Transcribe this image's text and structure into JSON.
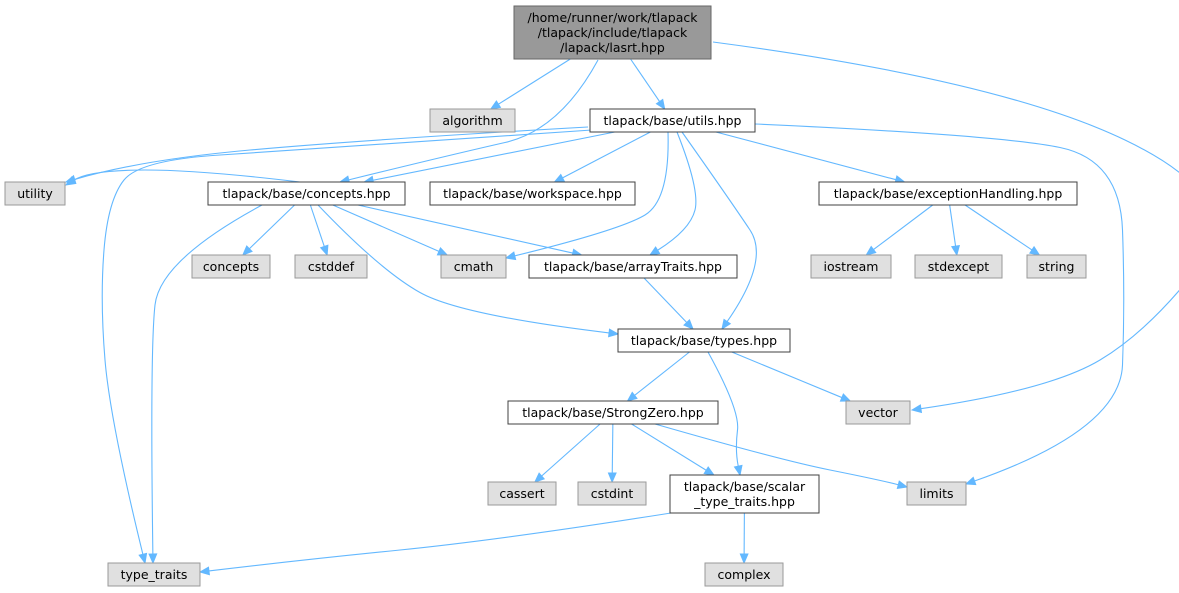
{
  "colors": {
    "edge": "#63b8ff",
    "root_fill": "#999999",
    "root_border": "#666666",
    "file_fill": "#ffffff",
    "file_border": "#404040",
    "system_fill": "#e0e0e0",
    "system_border": "#999999"
  },
  "nodes": [
    {
      "id": "lasrt",
      "kind": "root",
      "lines": [
        "/home/runner/work/tlapack",
        "/tlapack/include/tlapack",
        "/lapack/lasrt.hpp"
      ]
    },
    {
      "id": "algorithm",
      "kind": "system",
      "lines": [
        "algorithm"
      ]
    },
    {
      "id": "utils",
      "kind": "file",
      "lines": [
        "tlapack/base/utils.hpp"
      ]
    },
    {
      "id": "utility",
      "kind": "system",
      "lines": [
        "utility"
      ]
    },
    {
      "id": "concepts_hpp",
      "kind": "file",
      "lines": [
        "tlapack/base/concepts.hpp"
      ]
    },
    {
      "id": "workspace",
      "kind": "file",
      "lines": [
        "tlapack/base/workspace.hpp"
      ]
    },
    {
      "id": "exception",
      "kind": "file",
      "lines": [
        "tlapack/base/exceptionHandling.hpp"
      ]
    },
    {
      "id": "concepts",
      "kind": "system",
      "lines": [
        "concepts"
      ]
    },
    {
      "id": "cstddef",
      "kind": "system",
      "lines": [
        "cstddef"
      ]
    },
    {
      "id": "cmath",
      "kind": "system",
      "lines": [
        "cmath"
      ]
    },
    {
      "id": "arraytraits",
      "kind": "file",
      "lines": [
        "tlapack/base/arrayTraits.hpp"
      ]
    },
    {
      "id": "iostream",
      "kind": "system",
      "lines": [
        "iostream"
      ]
    },
    {
      "id": "stdexcept",
      "kind": "system",
      "lines": [
        "stdexcept"
      ]
    },
    {
      "id": "string",
      "kind": "system",
      "lines": [
        "string"
      ]
    },
    {
      "id": "types",
      "kind": "file",
      "lines": [
        "tlapack/base/types.hpp"
      ]
    },
    {
      "id": "strongzero",
      "kind": "file",
      "lines": [
        "tlapack/base/StrongZero.hpp"
      ]
    },
    {
      "id": "vector",
      "kind": "system",
      "lines": [
        "vector"
      ]
    },
    {
      "id": "cassert",
      "kind": "system",
      "lines": [
        "cassert"
      ]
    },
    {
      "id": "cstdint",
      "kind": "system",
      "lines": [
        "cstdint"
      ]
    },
    {
      "id": "scalar",
      "kind": "file",
      "lines": [
        "tlapack/base/scalar",
        "_type_traits.hpp"
      ]
    },
    {
      "id": "limits",
      "kind": "system",
      "lines": [
        "limits"
      ]
    },
    {
      "id": "type_traits",
      "kind": "system",
      "lines": [
        "type_traits"
      ]
    },
    {
      "id": "complex",
      "kind": "system",
      "lines": [
        "complex"
      ]
    }
  ],
  "edges": [
    [
      "lasrt",
      "algorithm"
    ],
    [
      "lasrt",
      "utils"
    ],
    [
      "lasrt",
      "concepts_hpp"
    ],
    [
      "lasrt",
      "vector"
    ],
    [
      "utils",
      "utility"
    ],
    [
      "utils",
      "concepts_hpp"
    ],
    [
      "utils",
      "workspace"
    ],
    [
      "utils",
      "exception"
    ],
    [
      "utils",
      "cmath"
    ],
    [
      "utils",
      "arraytraits"
    ],
    [
      "utils",
      "types"
    ],
    [
      "utils",
      "limits"
    ],
    [
      "utils",
      "type_traits"
    ],
    [
      "concepts_hpp",
      "utility"
    ],
    [
      "concepts_hpp",
      "concepts"
    ],
    [
      "concepts_hpp",
      "cstddef"
    ],
    [
      "concepts_hpp",
      "cmath"
    ],
    [
      "concepts_hpp",
      "arraytraits"
    ],
    [
      "concepts_hpp",
      "types"
    ],
    [
      "concepts_hpp",
      "type_traits"
    ],
    [
      "exception",
      "iostream"
    ],
    [
      "exception",
      "stdexcept"
    ],
    [
      "exception",
      "string"
    ],
    [
      "arraytraits",
      "types"
    ],
    [
      "types",
      "strongzero"
    ],
    [
      "types",
      "vector"
    ],
    [
      "types",
      "scalar"
    ],
    [
      "strongzero",
      "cassert"
    ],
    [
      "strongzero",
      "cstdint"
    ],
    [
      "strongzero",
      "scalar"
    ],
    [
      "strongzero",
      "limits"
    ],
    [
      "scalar",
      "type_traits"
    ],
    [
      "scalar",
      "complex"
    ]
  ]
}
